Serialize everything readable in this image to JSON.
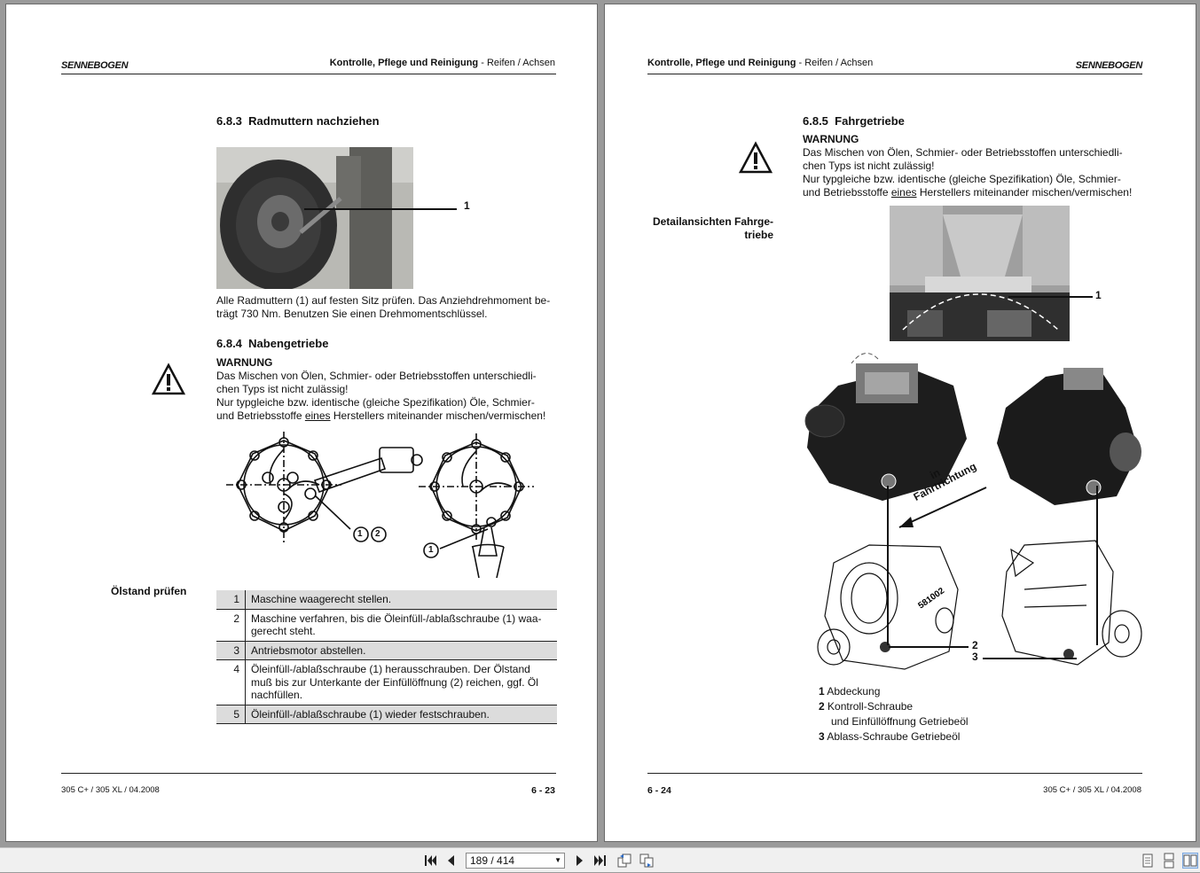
{
  "left_page": {
    "logo": "SENNEBOGEN",
    "header": {
      "bold": "Kontrolle, Pflege und Reinigung",
      "sep": " - ",
      "rest": "Reifen / Achsen"
    },
    "section_683": {
      "number": "6.8.3",
      "title": "Radmuttern nachziehen"
    },
    "photo_callout": "1",
    "text_683": [
      "Alle Radmuttern (1) auf festen Sitz prüfen. Das Anziehdrehmoment be-",
      "trägt 730 Nm. Benutzen Sie einen Drehmomentschlüssel."
    ],
    "section_684": {
      "number": "6.8.4",
      "title": "Nabengetriebe"
    },
    "warning": {
      "title": "WARNUNG",
      "lines": [
        "Das Mischen von Ölen, Schmier- oder Betriebsstoffen unterschiedli-",
        "chen Typs ist nicht zulässig!",
        "Nur typgleiche bzw. identische (gleiche Spezifikation) Öle, Schmier-"
      ],
      "last_pre": "und Betriebsstoffe ",
      "last_u": "eines",
      "last_post": " Herstellers miteinander mischen/vermischen!"
    },
    "diagram_labels": {
      "a": "1",
      "b": "2",
      "c": "1"
    },
    "side_label": "Ölstand prüfen",
    "steps": [
      {
        "n": "1",
        "lines": [
          "Maschine waagerecht stellen."
        ]
      },
      {
        "n": "2",
        "lines": [
          "Maschine verfahren, bis die Öleinfüll-/ablaßschraube (1) waa-",
          "gerecht steht."
        ]
      },
      {
        "n": "3",
        "lines": [
          "Antriebsmotor abstellen."
        ]
      },
      {
        "n": "4",
        "lines": [
          "Öleinfüll-/ablaßschraube (1) herausschrauben. Der Ölstand",
          "muß bis zur Unterkante der Einfüllöffnung (2) reichen, ggf. Öl",
          "nachfüllen."
        ]
      },
      {
        "n": "5",
        "lines": [
          "Öleinfüll-/ablaßschraube (1) wieder festschrauben."
        ]
      }
    ],
    "footer_left": "305 C+ / 305 XL / 04.2008",
    "footer_right": "6 - 23"
  },
  "right_page": {
    "logo": "SENNEBOGEN",
    "header": {
      "bold": "Kontrolle, Pflege und Reinigung",
      "sep": " - ",
      "rest": "Reifen / Achsen"
    },
    "section_685": {
      "number": "6.8.5",
      "title": "Fahrgetriebe"
    },
    "warning": {
      "title": "WARNUNG",
      "lines": [
        "Das Mischen von Ölen, Schmier- oder Betriebsstoffen unterschiedli-",
        "chen Typs ist nicht zulässig!",
        "Nur typgleiche bzw. identische (gleiche Spezifikation) Öle, Schmier-"
      ],
      "last_pre": "und Betriebsstoffe ",
      "last_u": "eines",
      "last_post": " Herstellers miteinander mischen/vermischen!"
    },
    "side_label": [
      "Detailansichten Fahrge-",
      "triebe"
    ],
    "callouts": {
      "c1": "1",
      "c2": "2",
      "c3": "3"
    },
    "direction_text": [
      "in",
      "Fahrtrichtung"
    ],
    "part_marking": "581002",
    "legend": [
      {
        "num": "1",
        "text": "Abdeckung"
      },
      {
        "num": "2",
        "text": "Kontroll-Schraube"
      },
      {
        "num": "",
        "text": "und Einfüllöffnung Getriebeöl"
      },
      {
        "num": "3",
        "text": "Ablass-Schraube Getriebeöl"
      }
    ],
    "footer_left": "6 - 24",
    "footer_right": "305 C+ / 305 XL / 04.2008"
  },
  "toolbar": {
    "page_indicator": "189 / 414",
    "icons": [
      "first-page-icon",
      "prev-page-icon",
      "next-page-icon",
      "last-page-icon",
      "rotate-left-icon",
      "rotate-right-icon",
      "single-page-icon",
      "continuous-page-icon",
      "two-page-icon"
    ]
  }
}
